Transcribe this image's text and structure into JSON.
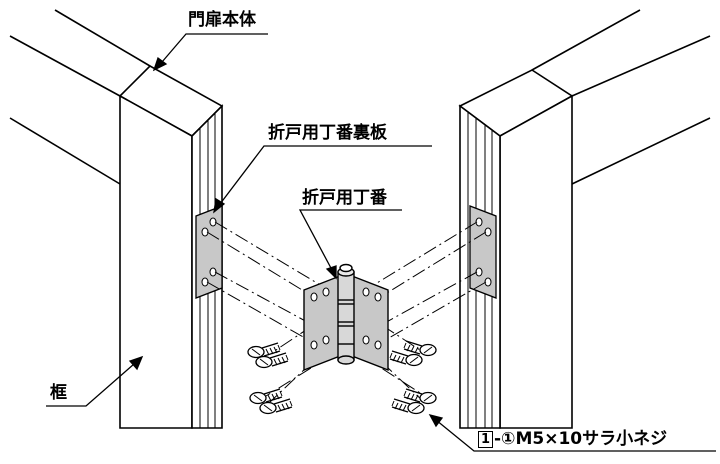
{
  "labels": {
    "door_body": "門扉本体",
    "hinge_back_plate": "折戸用丁番裏板",
    "hinge": "折戸用丁番",
    "frame": "框",
    "screw_num": "1",
    "screw_text": "-①M5×10サラ小ネジ"
  },
  "colors": {
    "line": "#000000",
    "metal": "#c8c8c8",
    "hole": "#ffffff"
  }
}
